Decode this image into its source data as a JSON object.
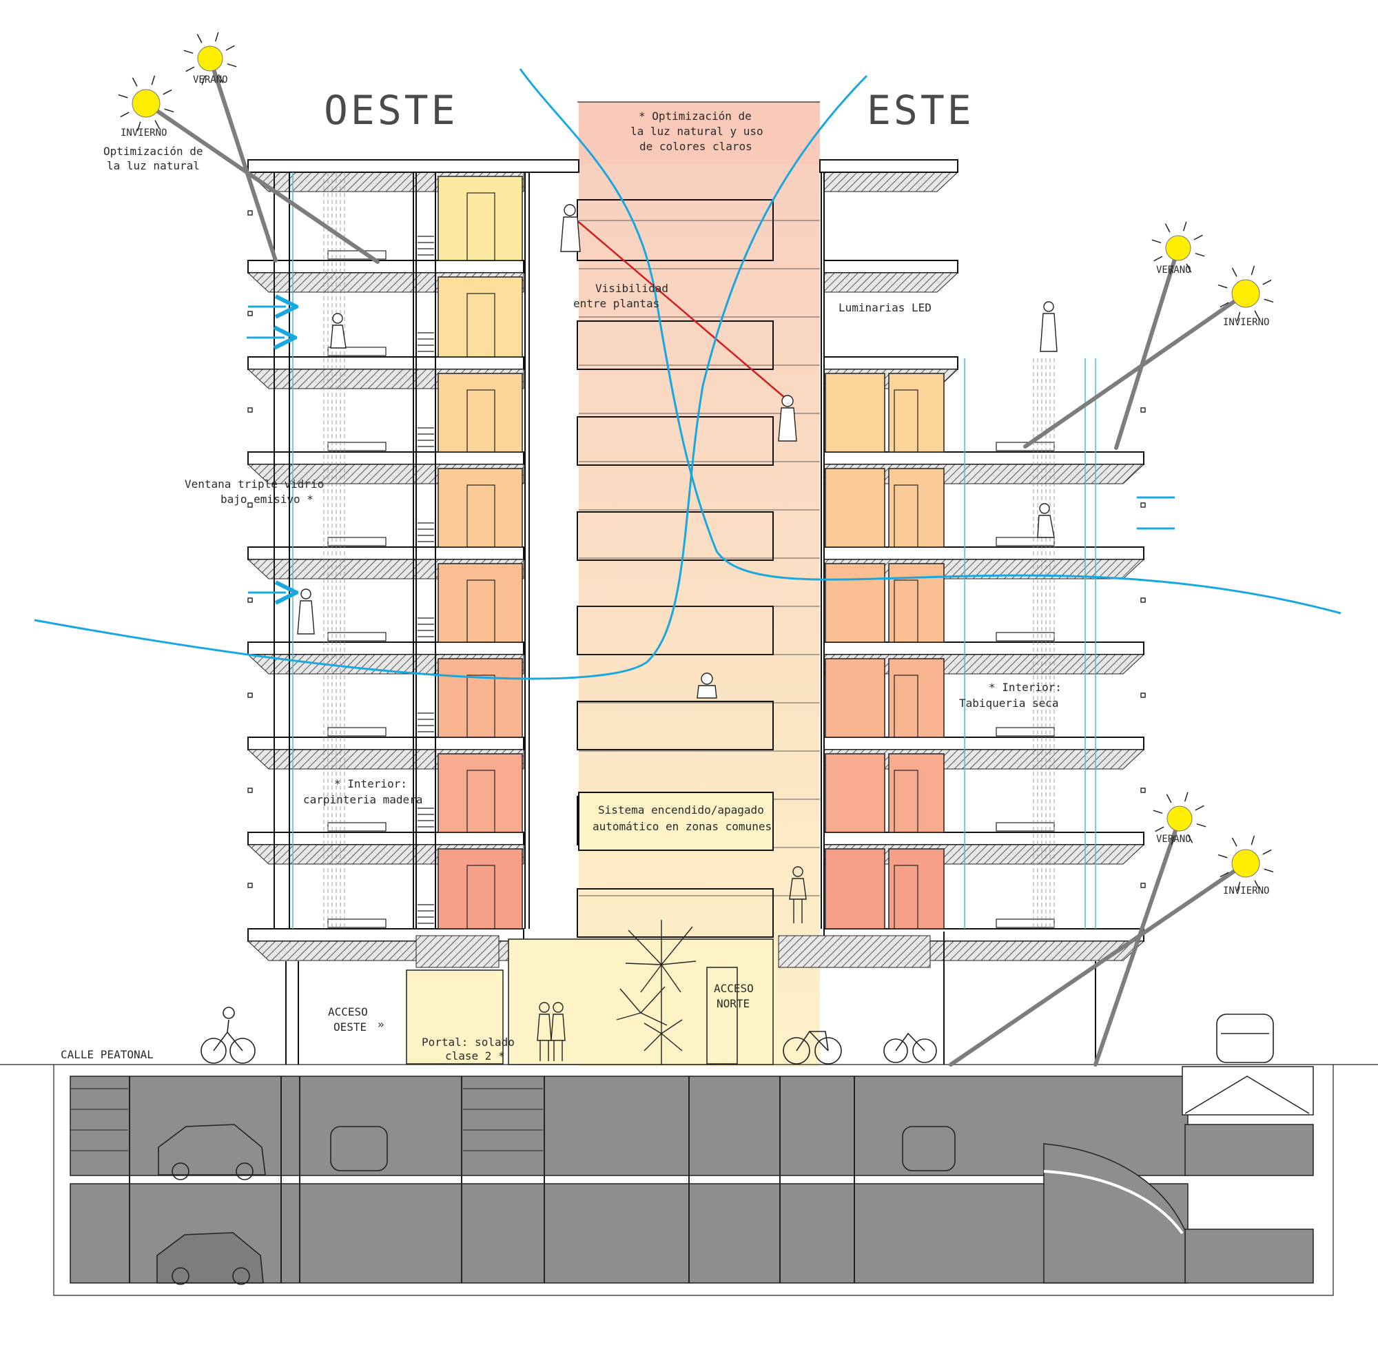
{
  "labels": {
    "west": "OESTE",
    "east": "ESTE",
    "sun_winter": "INVIERNO",
    "sun_summer": "VERANO",
    "natural_light_l1": "Optimización de",
    "natural_light_l2": "la luz natural",
    "top_note_l1": "* Optimización de",
    "top_note_l2": "la luz natural y uso",
    "top_note_l3": "de colores claros",
    "visibility_l1": "Visibilidad",
    "visibility_l2": "entre plantas",
    "led": "Luminarias LED",
    "window_l1": "Ventana triple vidrio",
    "window_l2": "bajo emisivo *",
    "dry_l1": "* Interior:",
    "dry_l2": "Tabiqueria seca",
    "wood_l1": "*    Interior:",
    "wood_l2": "carpinteria madera",
    "lighting_l1": "Sistema encendido/apagado",
    "lighting_l2": "automático en zonas comunes",
    "access_west_l1": "ACCESO",
    "access_west_l2": "OESTE",
    "access_north_l1": "ACCESO",
    "access_north_l2": "NORTE",
    "portal_l1": "Portal: solado",
    "portal_l2": "clase 2 *",
    "street": "CALLE PEATONAL"
  },
  "colors": {
    "sun": "#ffee00",
    "wind": "#18a8e0",
    "sightline": "#d21e1e",
    "ray": "#7d7d7d",
    "room_top": "#fde9a0",
    "room_bottom": "#f6a08a",
    "atrium_top": "#f8cdbf",
    "atrium_bottom": "#fdf2c8",
    "basement": "#8e8e8e"
  }
}
